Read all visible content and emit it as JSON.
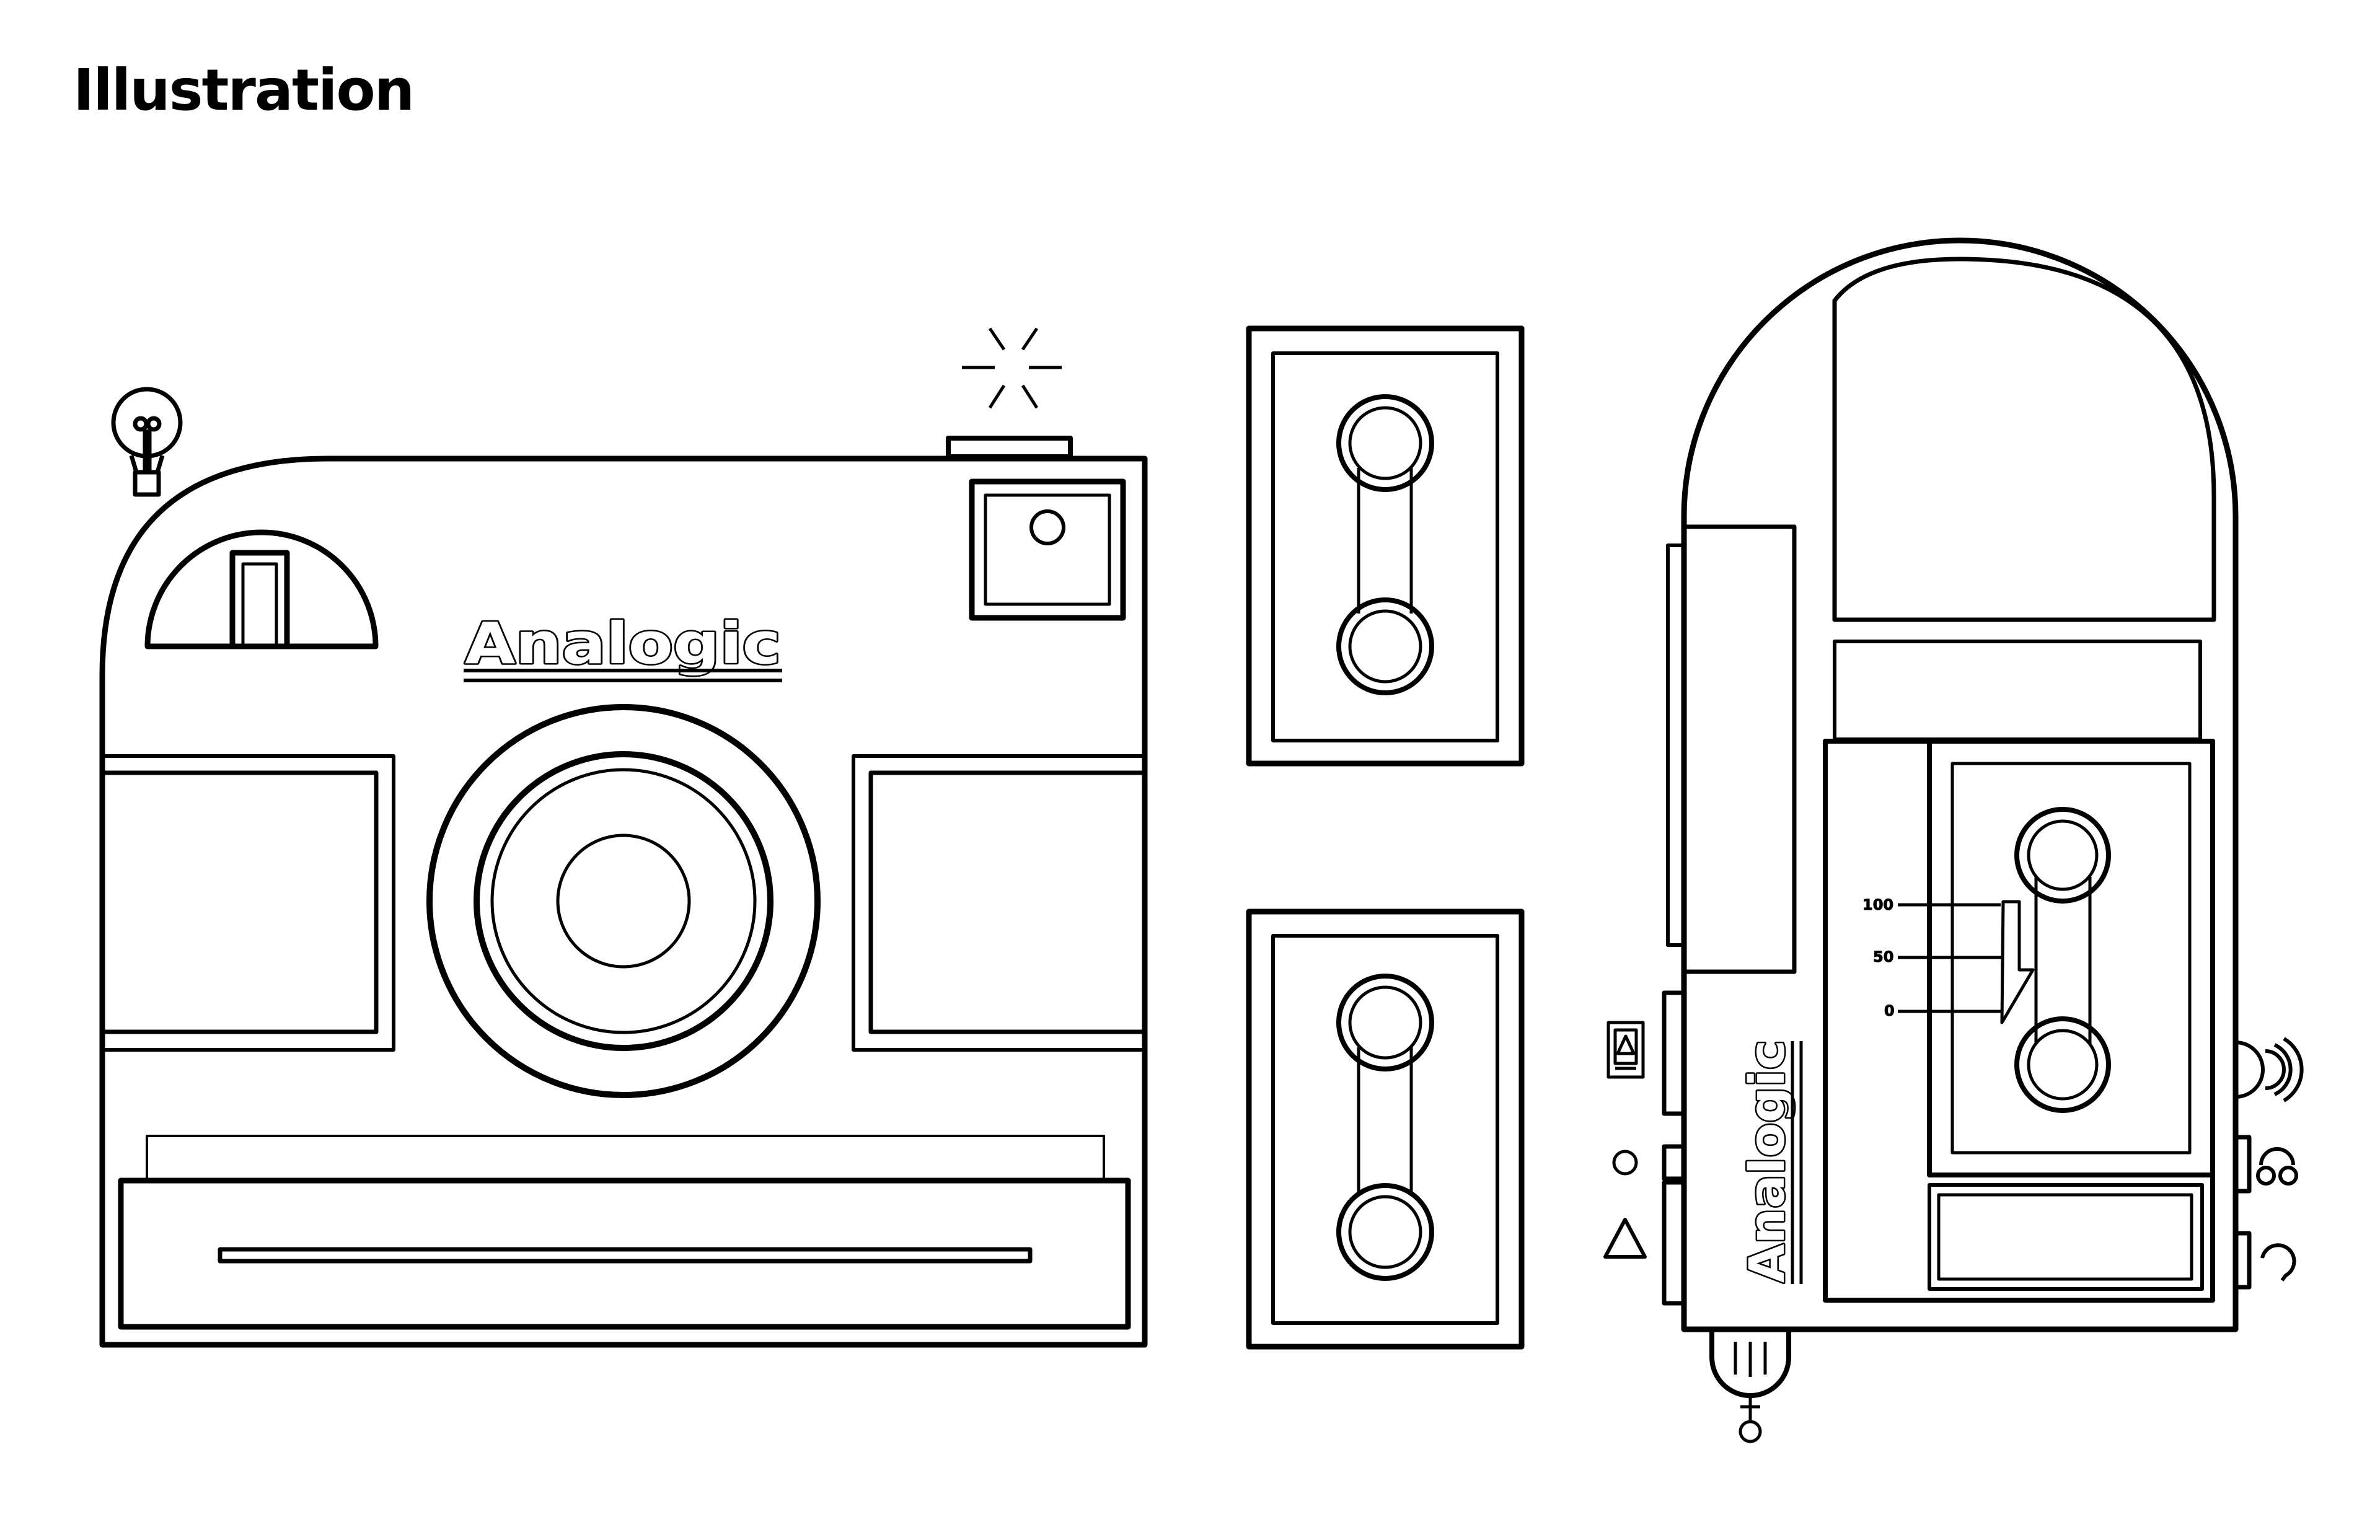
{
  "page": {
    "title": "Illustration"
  },
  "camera": {
    "brand": "Analogic"
  },
  "player": {
    "brand": "Analogic",
    "gauge_labels": [
      "100",
      "50",
      "0"
    ]
  },
  "icons": {
    "camera": [
      "lightbulb-icon",
      "flash-sparkle-icon"
    ],
    "player": [
      "eject-icon",
      "record-icon",
      "play-icon",
      "speaker-icon",
      "headphones-icon",
      "ear-icon",
      "antenna-icon"
    ]
  },
  "colors": {
    "ink": "#000000",
    "paper": "#ffffff"
  }
}
